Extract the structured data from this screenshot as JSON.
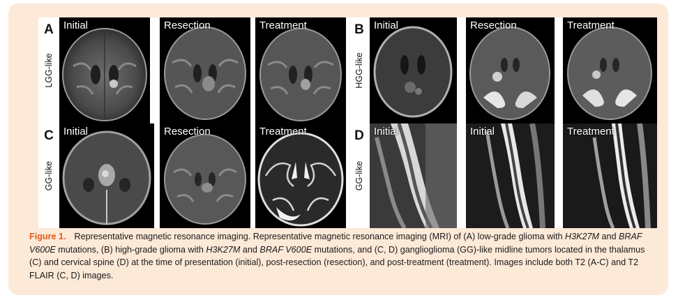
{
  "rows": [
    {
      "letter": "A",
      "label": "LGG-like",
      "titles": [
        "Initial",
        "Resection",
        "Treatment"
      ]
    },
    {
      "letter": "B",
      "label": "HGG-like",
      "titles": [
        "Initial",
        "Resection",
        "Treatment"
      ]
    },
    {
      "letter": "C",
      "label": "GG-like",
      "titles": [
        "Initial",
        "Resection",
        "Treatment"
      ]
    },
    {
      "letter": "D",
      "label": "GG-like",
      "titles": [
        "Initial",
        "Initial",
        "Treatment"
      ]
    }
  ],
  "caption": {
    "figure_label": "Figure 1.",
    "p1": "Representative magnetic resonance imaging. Representative magnetic resonance imaging (MRI) of (A) low-grade glioma with ",
    "g1": "H3K27M",
    "p2": " and ",
    "g2": "BRAF V600E",
    "p3": " mutations, (B) high-grade glioma with ",
    "g3": "H3K27M",
    "p4": " and ",
    "g4": "BRAF V600E",
    "p5": " mutations, and (C, D) ganglioglioma (GG)-like midline tumors located in the thalamus (C) and cervical spine (D) at the time of presentation (initial), post-resection (resection), and post-treatment (treatment). Images include both T2 (A-C) and T2 FLAIR (C, D) images."
  }
}
